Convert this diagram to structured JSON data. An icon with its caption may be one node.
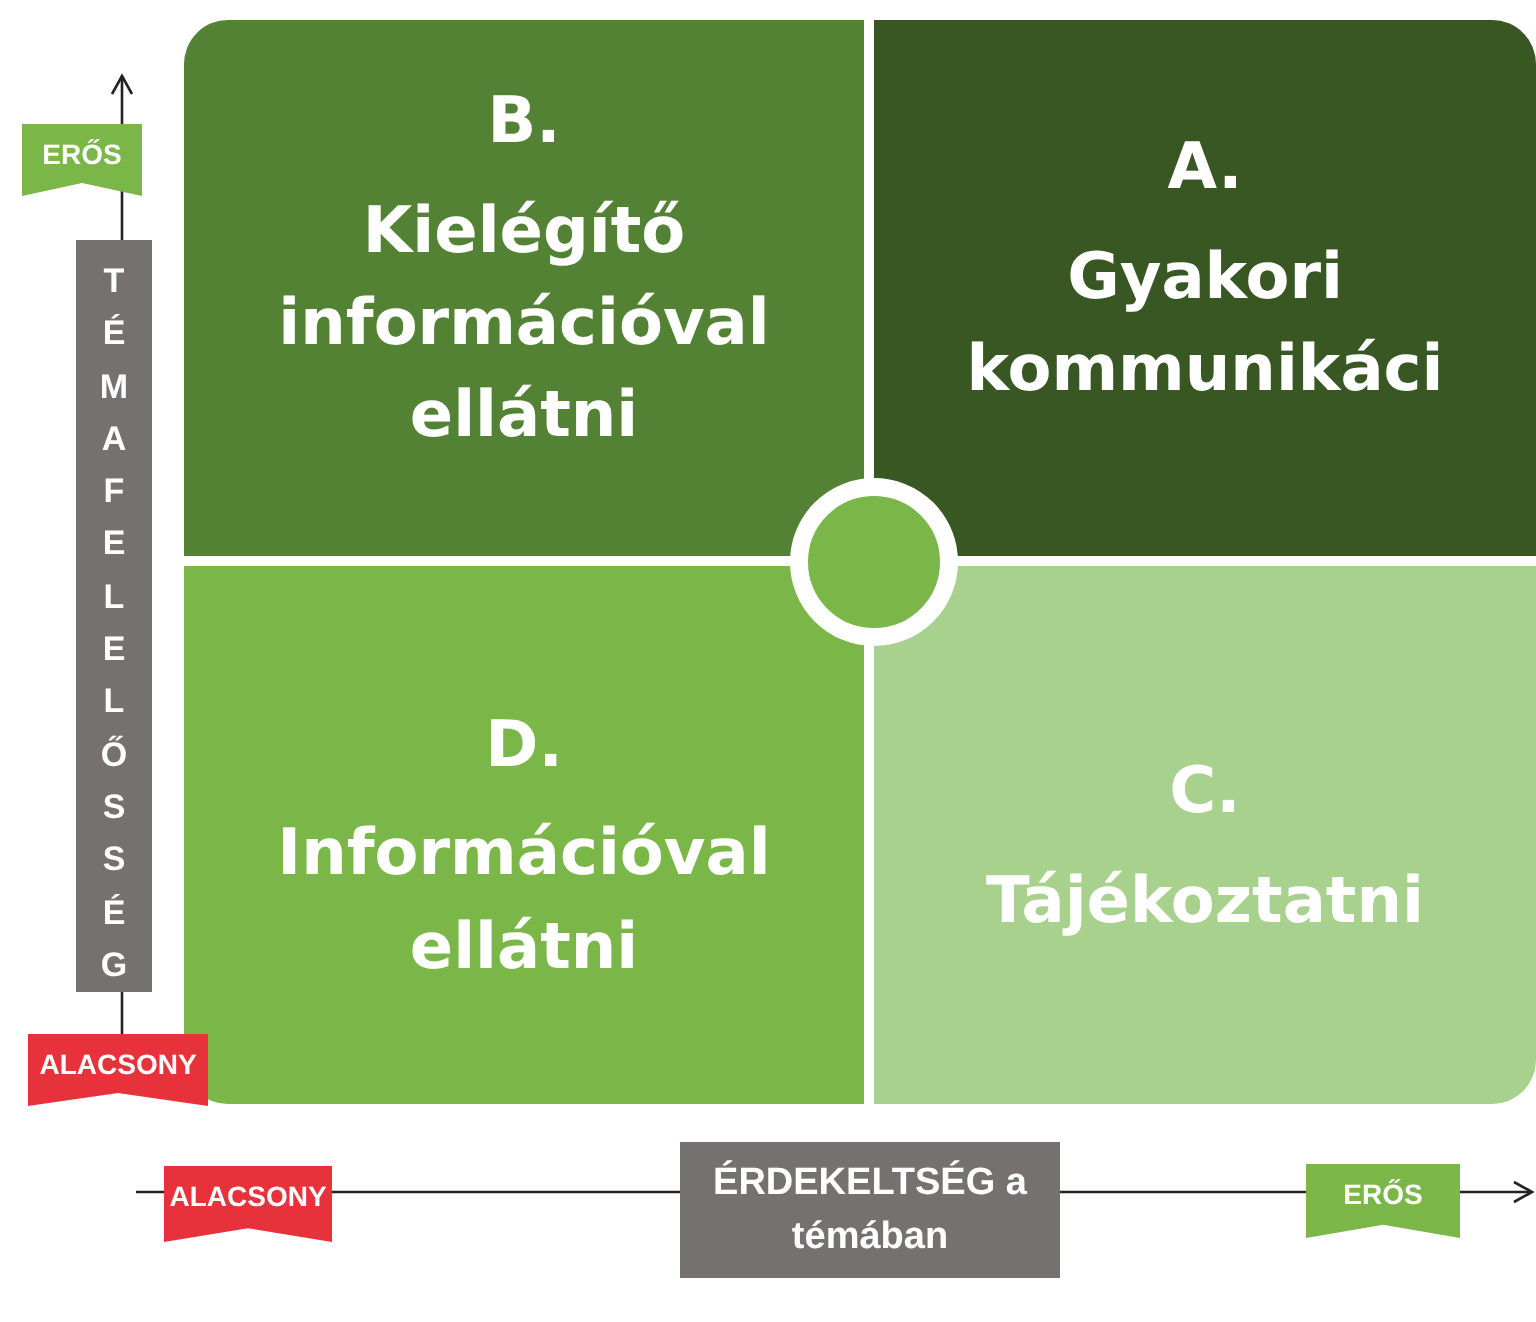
{
  "diagram": {
    "nodes": [
      {
        "text": [
          "B.",
          "Kielégítő információval ellátni"
        ]
      },
      {
        "text": [
          "A.",
          "Gyakori kommunikáci"
        ]
      },
      {
        "text": [
          "D.",
          "Információval ellátni"
        ]
      },
      {
        "text": [
          "C.",
          "Tájékoztatni"
        ]
      },
      {
        "text": [],
        "shape": "circle"
      }
    ],
    "labels": [
      "ERŐS",
      "TÉMAFELELŐSSÉG",
      "ALACSONY",
      "ALACSONY",
      "ÉRDEKELTSÉG a témában",
      "ERŐS"
    ]
  }
}
